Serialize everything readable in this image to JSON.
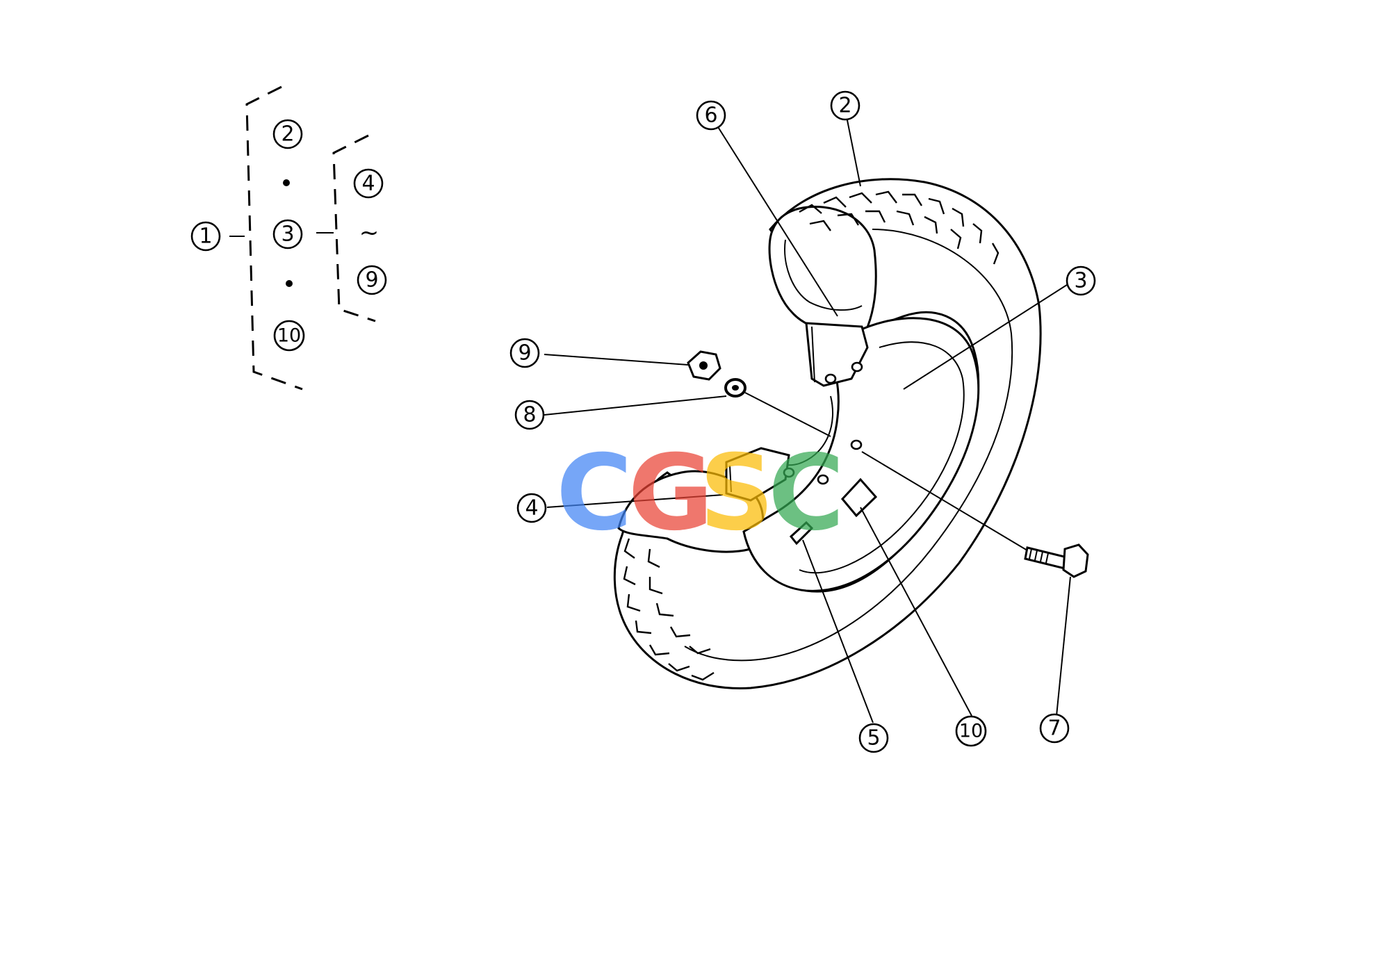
{
  "legend": {
    "root": "1",
    "group": [
      "2",
      "3",
      "10"
    ],
    "subgroup_start": "4",
    "subgroup_range_mark": "~",
    "subgroup_end": "9"
  },
  "callouts": {
    "c2": "2",
    "c3": "3",
    "c4": "4",
    "c5": "5",
    "c6": "6",
    "c7": "7",
    "c8": "8",
    "c9": "9",
    "c10": "10"
  },
  "watermark": {
    "letters": [
      "C",
      "G",
      "S",
      "C"
    ],
    "colors": [
      "#4285F4",
      "#EA4335",
      "#FBBC05",
      "#34A853"
    ]
  }
}
